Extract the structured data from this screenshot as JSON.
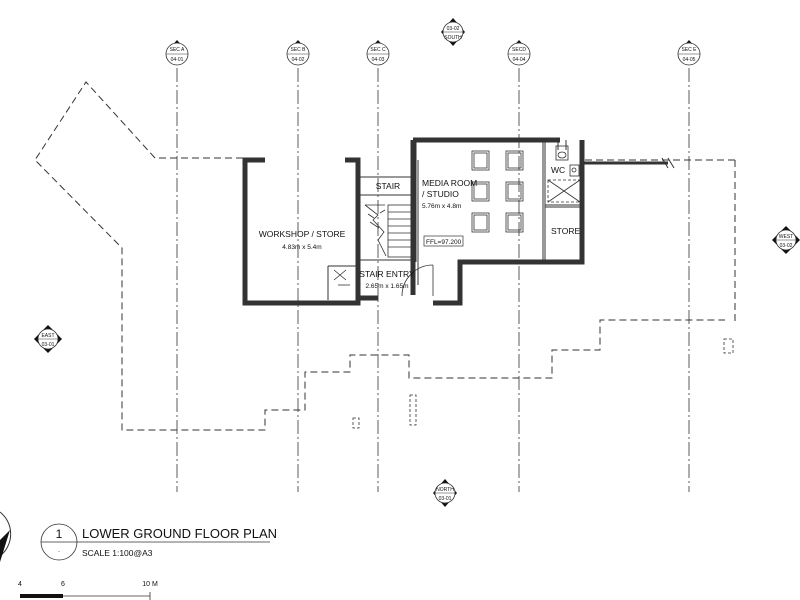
{
  "sections": [
    {
      "name": "SEC A",
      "ref": "04-01"
    },
    {
      "name": "SEC B",
      "ref": "04-02"
    },
    {
      "name": "SEC C",
      "ref": "04-03"
    },
    {
      "name": "SECD",
      "ref": "04-04"
    },
    {
      "name": "SEC E",
      "ref": "04-05"
    }
  ],
  "elevations": {
    "south": {
      "name": "SOUTH",
      "ref": "03-02"
    },
    "north": {
      "name": "NORTH",
      "ref": "03-01"
    },
    "east": {
      "name": "EAST",
      "ref": "03-01"
    },
    "west": {
      "name": "WEST",
      "ref": "03-02"
    }
  },
  "rooms": {
    "workshop": {
      "name": "WORKSHOP / STORE",
      "dims": "4.83m x 5.4m"
    },
    "stair": {
      "name": "STAIR"
    },
    "media": {
      "name_line1": "MEDIA ROOM",
      "name_line2": "/ STUDIO",
      "dims": "5.76m x 4.8m"
    },
    "ffl": "FFL=97.200",
    "stair_entry": {
      "name": "STAIR ENTRY",
      "dims": "2.65m x 1.65m"
    },
    "wc": "WC",
    "store": "STORE"
  },
  "title_block": {
    "number": "1",
    "sheet": "-",
    "title": "LOWER GROUND FLOOR PLAN",
    "scale": "SCALE 1:100@A3"
  },
  "scale_bar": {
    "labels": [
      "4",
      "6",
      "10 M"
    ]
  }
}
